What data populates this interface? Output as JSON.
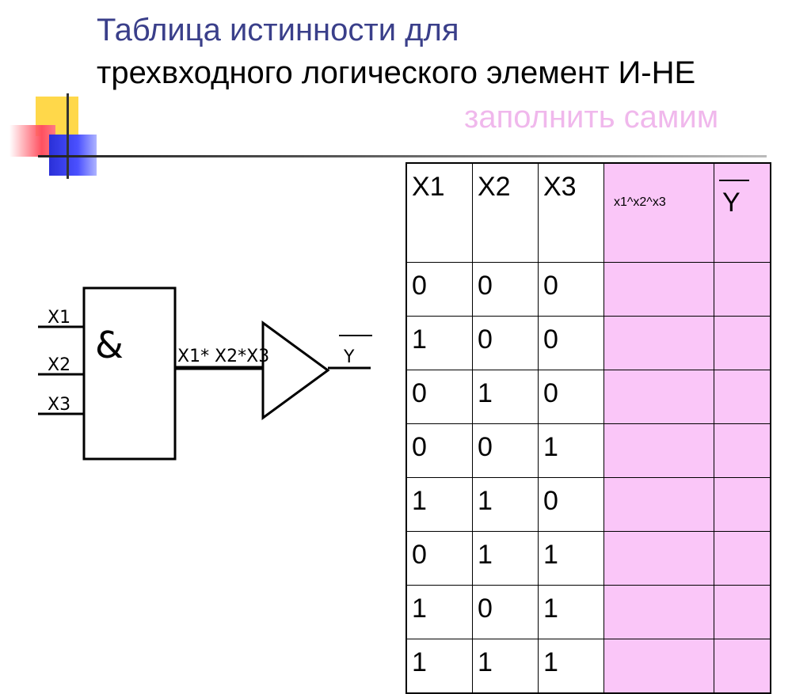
{
  "title": {
    "line1": "Таблица истинности для",
    "line2": "трехвходного логического элемент И-НЕ"
  },
  "subtitle": "заполнить самим",
  "colors": {
    "title_blue": "#3a3f8a",
    "subtitle_pink": "#f0b8ec",
    "cell_pink": "#fac6f8"
  },
  "diagram": {
    "inputs": [
      "X1",
      "X2",
      "X3"
    ],
    "and_symbol": "&",
    "wire_label": "X1* X2*X3",
    "output_label": "Y"
  },
  "table": {
    "headers": [
      "X1",
      "X2",
      "X3",
      "x1^x2^x3",
      "Y"
    ],
    "rows": [
      [
        "0",
        "0",
        "0",
        "",
        ""
      ],
      [
        "1",
        "0",
        "0",
        "",
        ""
      ],
      [
        "0",
        "1",
        "0",
        "",
        ""
      ],
      [
        "0",
        "0",
        "1",
        "",
        ""
      ],
      [
        "1",
        "1",
        "0",
        "",
        ""
      ],
      [
        "0",
        "1",
        "1",
        "",
        ""
      ],
      [
        "1",
        "0",
        "1",
        "",
        ""
      ],
      [
        "1",
        "1",
        "1",
        "",
        ""
      ]
    ]
  }
}
